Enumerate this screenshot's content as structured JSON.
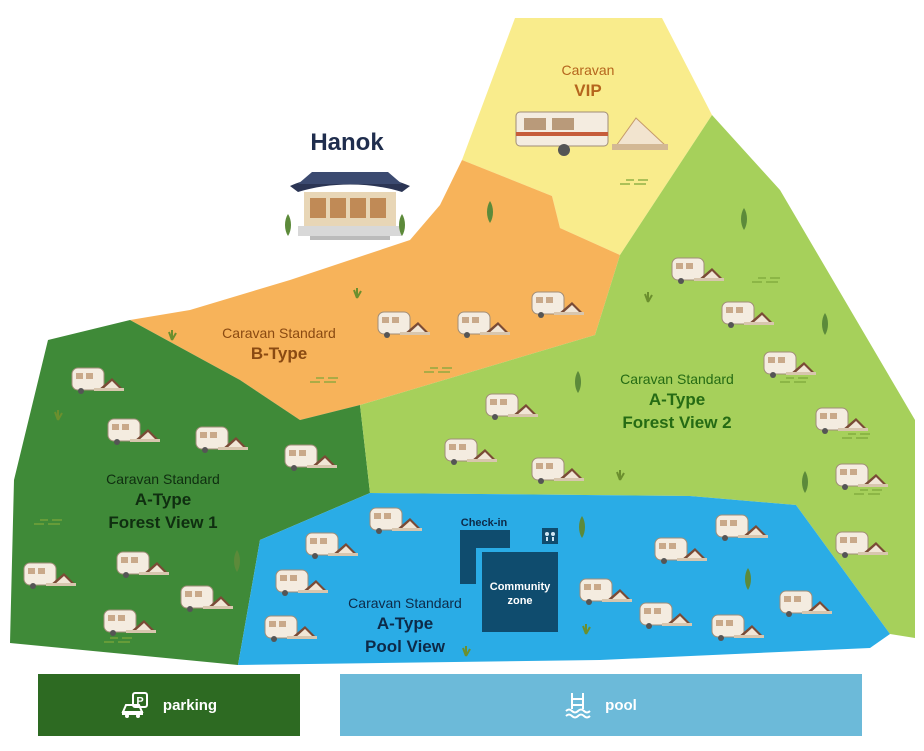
{
  "zones": {
    "vip": {
      "line1": "Caravan",
      "line2": "VIP",
      "color": "#f9ec8c",
      "text_color": "#b5651d"
    },
    "hanok": {
      "title": "Hanok",
      "text_color": "#1f2d4d"
    },
    "b_type": {
      "line1": "Caravan Standard",
      "line2": "B-Type",
      "color": "#f7b35a",
      "text_color": "#8a4a12"
    },
    "forest1": {
      "line1": "Caravan Standard",
      "line2": "A-Type",
      "line3": "Forest View 1",
      "color": "#3f8a38",
      "text_color": "#0f2e10"
    },
    "forest2": {
      "line1": "Caravan Standard",
      "line2": "A-Type",
      "line3": "Forest View 2",
      "color": "#a6d05b",
      "text_color": "#256b14"
    },
    "pool_view": {
      "line1": "Caravan Standard",
      "line2": "A-Type",
      "line3": "Pool View",
      "color": "#2aace6",
      "text_color": "#0d2a48"
    }
  },
  "facilities": {
    "check_in": "Check-in",
    "community_line1": "Community",
    "community_line2": "zone",
    "color": "#0f4c6e"
  },
  "legend": {
    "parking": {
      "label": "parking",
      "icon": "parking-car-icon",
      "color": "#2d6a22"
    },
    "pool": {
      "label": "pool",
      "icon": "pool-ladder-icon",
      "color": "#6cbad9"
    }
  }
}
